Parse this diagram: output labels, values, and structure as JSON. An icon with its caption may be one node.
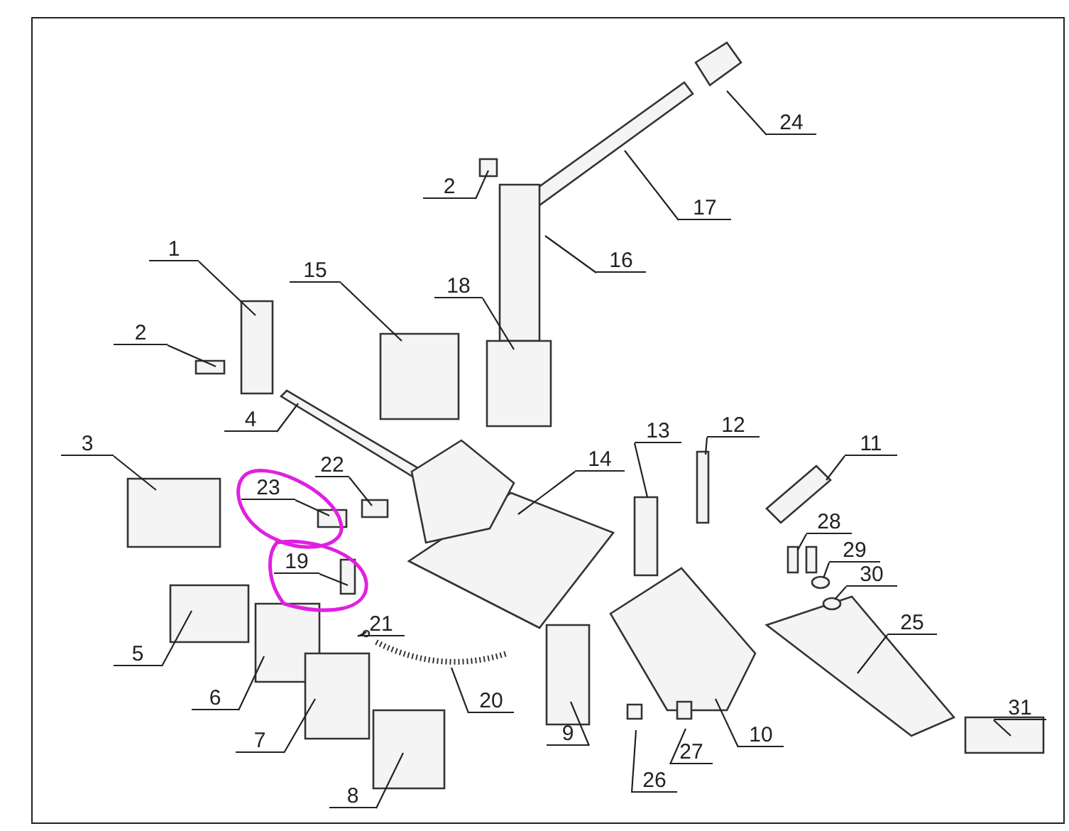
{
  "diagram": {
    "nodes": [
      {
        "text": [
          "24"
        ]
      },
      {
        "text": [
          "17"
        ]
      },
      {
        "text": [
          "2"
        ]
      },
      {
        "text": [
          "16"
        ]
      },
      {
        "text": [
          "1"
        ]
      },
      {
        "text": [
          "15"
        ]
      },
      {
        "text": [
          "18"
        ]
      },
      {
        "text": [
          "2"
        ]
      },
      {
        "text": [
          "4"
        ]
      },
      {
        "text": [
          "3"
        ]
      },
      {
        "text": [
          "12"
        ]
      },
      {
        "text": [
          "11"
        ]
      },
      {
        "text": [
          "13"
        ]
      },
      {
        "text": [
          "14"
        ]
      },
      {
        "text": [
          "22"
        ]
      },
      {
        "text": [
          "23"
        ]
      },
      {
        "text": [
          "28"
        ]
      },
      {
        "text": [
          "29"
        ]
      },
      {
        "text": [
          "19"
        ]
      },
      {
        "text": [
          "30"
        ]
      },
      {
        "text": [
          "25"
        ]
      },
      {
        "text": [
          "5"
        ]
      },
      {
        "text": [
          "21"
        ]
      },
      {
        "text": [
          "6"
        ]
      },
      {
        "text": [
          "20"
        ]
      },
      {
        "text": [
          "7"
        ]
      },
      {
        "text": [
          "9"
        ]
      },
      {
        "text": [
          "10"
        ]
      },
      {
        "text": [
          "27"
        ]
      },
      {
        "text": [
          "31"
        ]
      },
      {
        "text": [
          "26"
        ]
      },
      {
        "text": [
          "8"
        ]
      }
    ],
    "edges": [
      {
        "from": 0,
        "to": null,
        "arrow": "none"
      },
      {
        "from": 1,
        "to": null,
        "arrow": "none"
      },
      {
        "from": 2,
        "to": null,
        "arrow": "none"
      },
      {
        "from": 3,
        "to": null,
        "arrow": "none"
      },
      {
        "from": 4,
        "to": null,
        "arrow": "none"
      },
      {
        "from": 5,
        "to": null,
        "arrow": "none"
      },
      {
        "from": 6,
        "to": null,
        "arrow": "none"
      },
      {
        "from": 7,
        "to": null,
        "arrow": "none"
      },
      {
        "from": 8,
        "to": null,
        "arrow": "none"
      },
      {
        "from": 9,
        "to": null,
        "arrow": "none"
      },
      {
        "from": 10,
        "to": null,
        "arrow": "none"
      },
      {
        "from": 11,
        "to": null,
        "arrow": "none"
      },
      {
        "from": 12,
        "to": null,
        "arrow": "none"
      },
      {
        "from": 13,
        "to": null,
        "arrow": "none"
      },
      {
        "from": 14,
        "to": null,
        "arrow": "none"
      },
      {
        "from": 15,
        "to": null,
        "arrow": "none"
      },
      {
        "from": 16,
        "to": null,
        "arrow": "none"
      },
      {
        "from": 17,
        "to": null,
        "arrow": "none"
      },
      {
        "from": 18,
        "to": null,
        "arrow": "none"
      },
      {
        "from": 19,
        "to": null,
        "arrow": "none"
      },
      {
        "from": 20,
        "to": null,
        "arrow": "none"
      },
      {
        "from": 21,
        "to": null,
        "arrow": "none"
      },
      {
        "from": 22,
        "to": null,
        "arrow": "none"
      },
      {
        "from": 23,
        "to": null,
        "arrow": "none"
      },
      {
        "from": 24,
        "to": null,
        "arrow": "none"
      },
      {
        "from": 25,
        "to": null,
        "arrow": "none"
      },
      {
        "from": 26,
        "to": null,
        "arrow": "none"
      },
      {
        "from": 27,
        "to": null,
        "arrow": "none"
      },
      {
        "from": 28,
        "to": null,
        "arrow": "none"
      },
      {
        "from": 29,
        "to": null,
        "arrow": "none"
      },
      {
        "from": 30,
        "to": null,
        "arrow": "none"
      },
      {
        "from": 31,
        "to": null,
        "arrow": "none"
      }
    ]
  }
}
